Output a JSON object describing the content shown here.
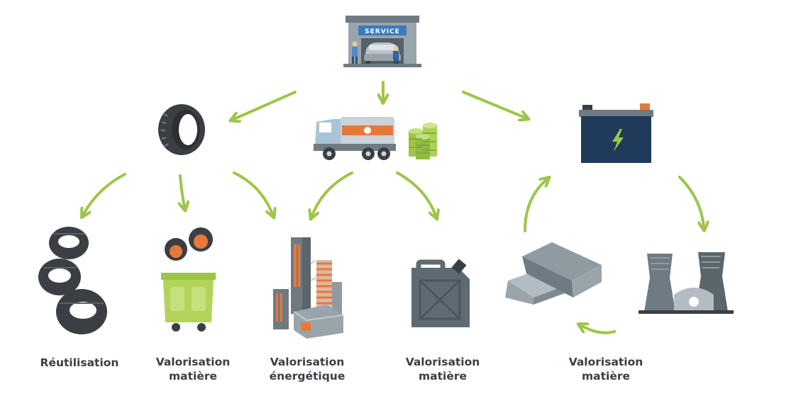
{
  "garage": {
    "sign_text": "SERVICE"
  },
  "labels": {
    "reutilisation": {
      "line1": "Réutilisation"
    },
    "tire_material": {
      "line1": "Valorisation",
      "line2": "matière"
    },
    "energy": {
      "line1": "Valorisation",
      "line2": "énergétique"
    },
    "oil_material": {
      "line1": "Valorisation",
      "line2": "matière"
    },
    "battery_material": {
      "line1": "Valorisation",
      "line2": "matière"
    }
  },
  "colors": {
    "arrow_green": "#9dc64a",
    "dark_gray": "#3b3f44",
    "steel": "#6f7b82",
    "orange": "#e8783a",
    "navy": "#1f3a5a",
    "lime": "#b3d35a",
    "truck_blue": "#a8c4d8"
  }
}
